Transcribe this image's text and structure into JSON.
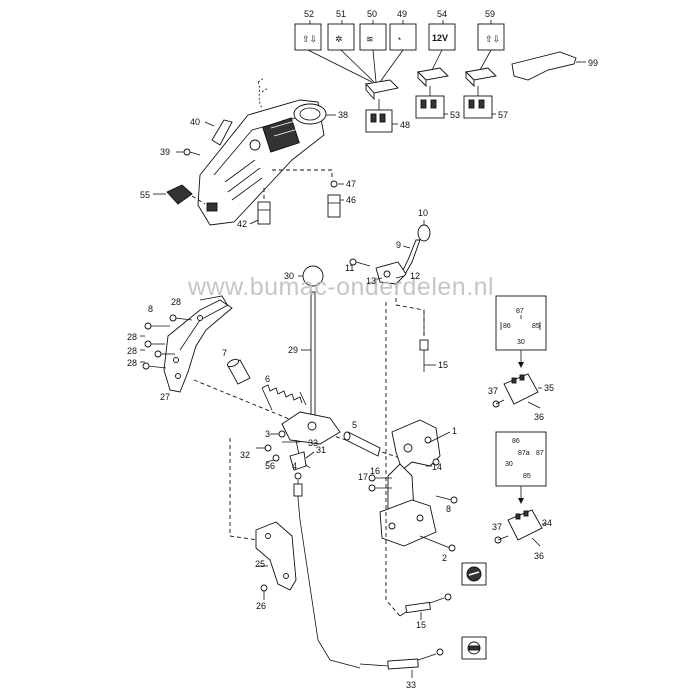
{
  "watermark": "www.bumac-onderdelen.nl",
  "top_icons": [
    {
      "num": "52",
      "glyph": "⇧⇩"
    },
    {
      "num": "51",
      "glyph": "✲"
    },
    {
      "num": "50",
      "glyph": "≋"
    },
    {
      "num": "49",
      "glyph": "◔"
    },
    {
      "num": "54",
      "glyph": "12V"
    },
    {
      "num": "59",
      "glyph": "⇧⇩"
    }
  ],
  "relay_top": {
    "pins": [
      "87",
      "86",
      "85",
      "30"
    ]
  },
  "relay_bottom": {
    "pins": [
      "86",
      "87a",
      "87",
      "30",
      "85"
    ]
  },
  "callouts": {
    "n99": "99",
    "n38": "38",
    "n40": "40",
    "n39": "39",
    "n48": "48",
    "n53": "53",
    "n57": "57",
    "n47": "47",
    "n46": "46",
    "n55": "55",
    "n42": "42",
    "n10": "10",
    "n9": "9",
    "n11": "11",
    "n13": "13",
    "n12": "12",
    "n30": "30",
    "n8a": "8",
    "n28a": "28",
    "n28b": "28",
    "n28c": "28",
    "n28d": "28",
    "n7": "7",
    "n29": "29",
    "n6": "6",
    "n27": "27",
    "n15a": "15",
    "n35": "35",
    "n37a": "37",
    "n36a": "36",
    "n3": "3",
    "n33a": "33",
    "n5": "5",
    "n1": "1",
    "n14": "14",
    "n32": "32",
    "n56": "56",
    "n31": "31",
    "n4": "4",
    "n16": "16",
    "n17": "17",
    "n8b": "8",
    "n34": "34",
    "n37b": "37",
    "n36b": "36",
    "n2": "2",
    "n25": "25",
    "n26": "26",
    "n15b": "15",
    "n33b": "33"
  }
}
